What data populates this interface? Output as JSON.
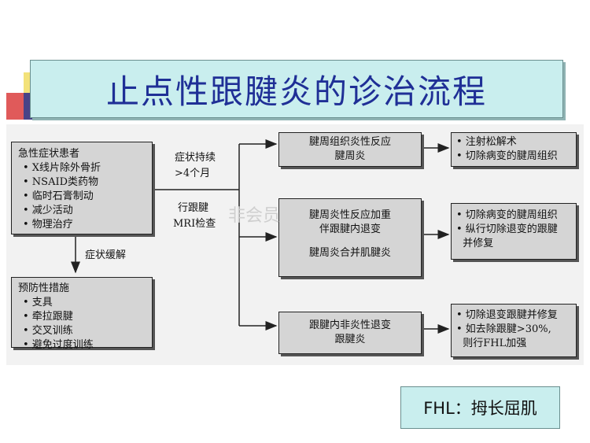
{
  "title": "止点性跟腱炎的诊治流程",
  "watermark": "非会员",
  "patient_box": {
    "heading": "急性症状患者",
    "items": [
      "• X线片除外骨折",
      "• NSAID类药物",
      "• 临时石膏制动",
      "• 减少活动",
      "• 物理治疗"
    ]
  },
  "prevention_box": {
    "heading": "预防性措施",
    "items": [
      "• 支具",
      "• 牵拉跟腱",
      "• 交叉训练",
      "• 避免过度训练"
    ]
  },
  "labels": {
    "persist_1": "症状持续",
    "persist_2": ">4个月",
    "mri_1": "行跟腱",
    "mri_2": "MRI检查",
    "relief": "症状缓解"
  },
  "diagnoses": [
    {
      "lines": [
        "腱周组织炎性反应",
        "腱周炎"
      ]
    },
    {
      "lines": [
        "腱周炎性反应加重",
        "伴跟腱内退变",
        "腱周炎合并肌腱炎"
      ]
    },
    {
      "lines": [
        "跟腱内非炎性退变",
        "跟腱炎"
      ]
    }
  ],
  "treatments": [
    {
      "lines": [
        "• 注射松解术",
        "• 切除病变的腱周组织"
      ]
    },
    {
      "lines": [
        "• 切除病变的腱周组织",
        "• 纵行切除退变的跟腱",
        "  并修复"
      ]
    },
    {
      "lines": [
        "• 切除退变跟腱并修复",
        "• 如去除跟腱>30%,",
        "  则行FHL加强"
      ]
    }
  ],
  "note": "FHL：拇长屈肌"
}
